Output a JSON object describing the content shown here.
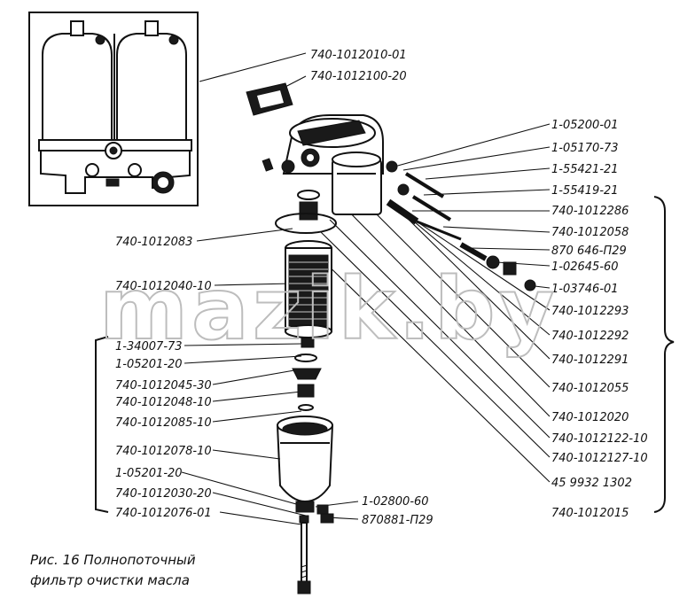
{
  "watermark": "mazik.by",
  "caption": {
    "line1": "Рис. 16 Полнопоточный",
    "line2": "фильтр очистки масла"
  },
  "labels": {
    "l1": "740-1012010-01",
    "l2": "740-1012100-20",
    "l3": "1-05200-01",
    "l4": "1-05170-73",
    "l5": "1-55421-21",
    "l6": "1-55419-21",
    "l7": "740-1012286",
    "l8": "740-1012058",
    "l9": "870 646-П29",
    "l10": "1-02645-60",
    "l11": "1-03746-01",
    "l12": "740-1012293",
    "l13": "740-1012292",
    "l14": "740-1012291",
    "l15": "740-1012055",
    "l16": "740-1012020",
    "l17": "740-1012122-10",
    "l18": "740-1012127-10",
    "l19": "45 9932 1302",
    "l20": "740-1012015",
    "l21": "740-1012083",
    "l22": "740-1012040-10",
    "l23": "1-34007-73",
    "l24": "1-05201-20",
    "l25": "740-1012045-30",
    "l26": "740-1012048-10",
    "l27": "740-1012085-10",
    "l28": "740-1012078-10",
    "l29": "1-05201-20",
    "l30": "740-1012030-20",
    "l31": "740-1012076-01",
    "l32": "1-02800-60",
    "l33": "870881-П29"
  }
}
